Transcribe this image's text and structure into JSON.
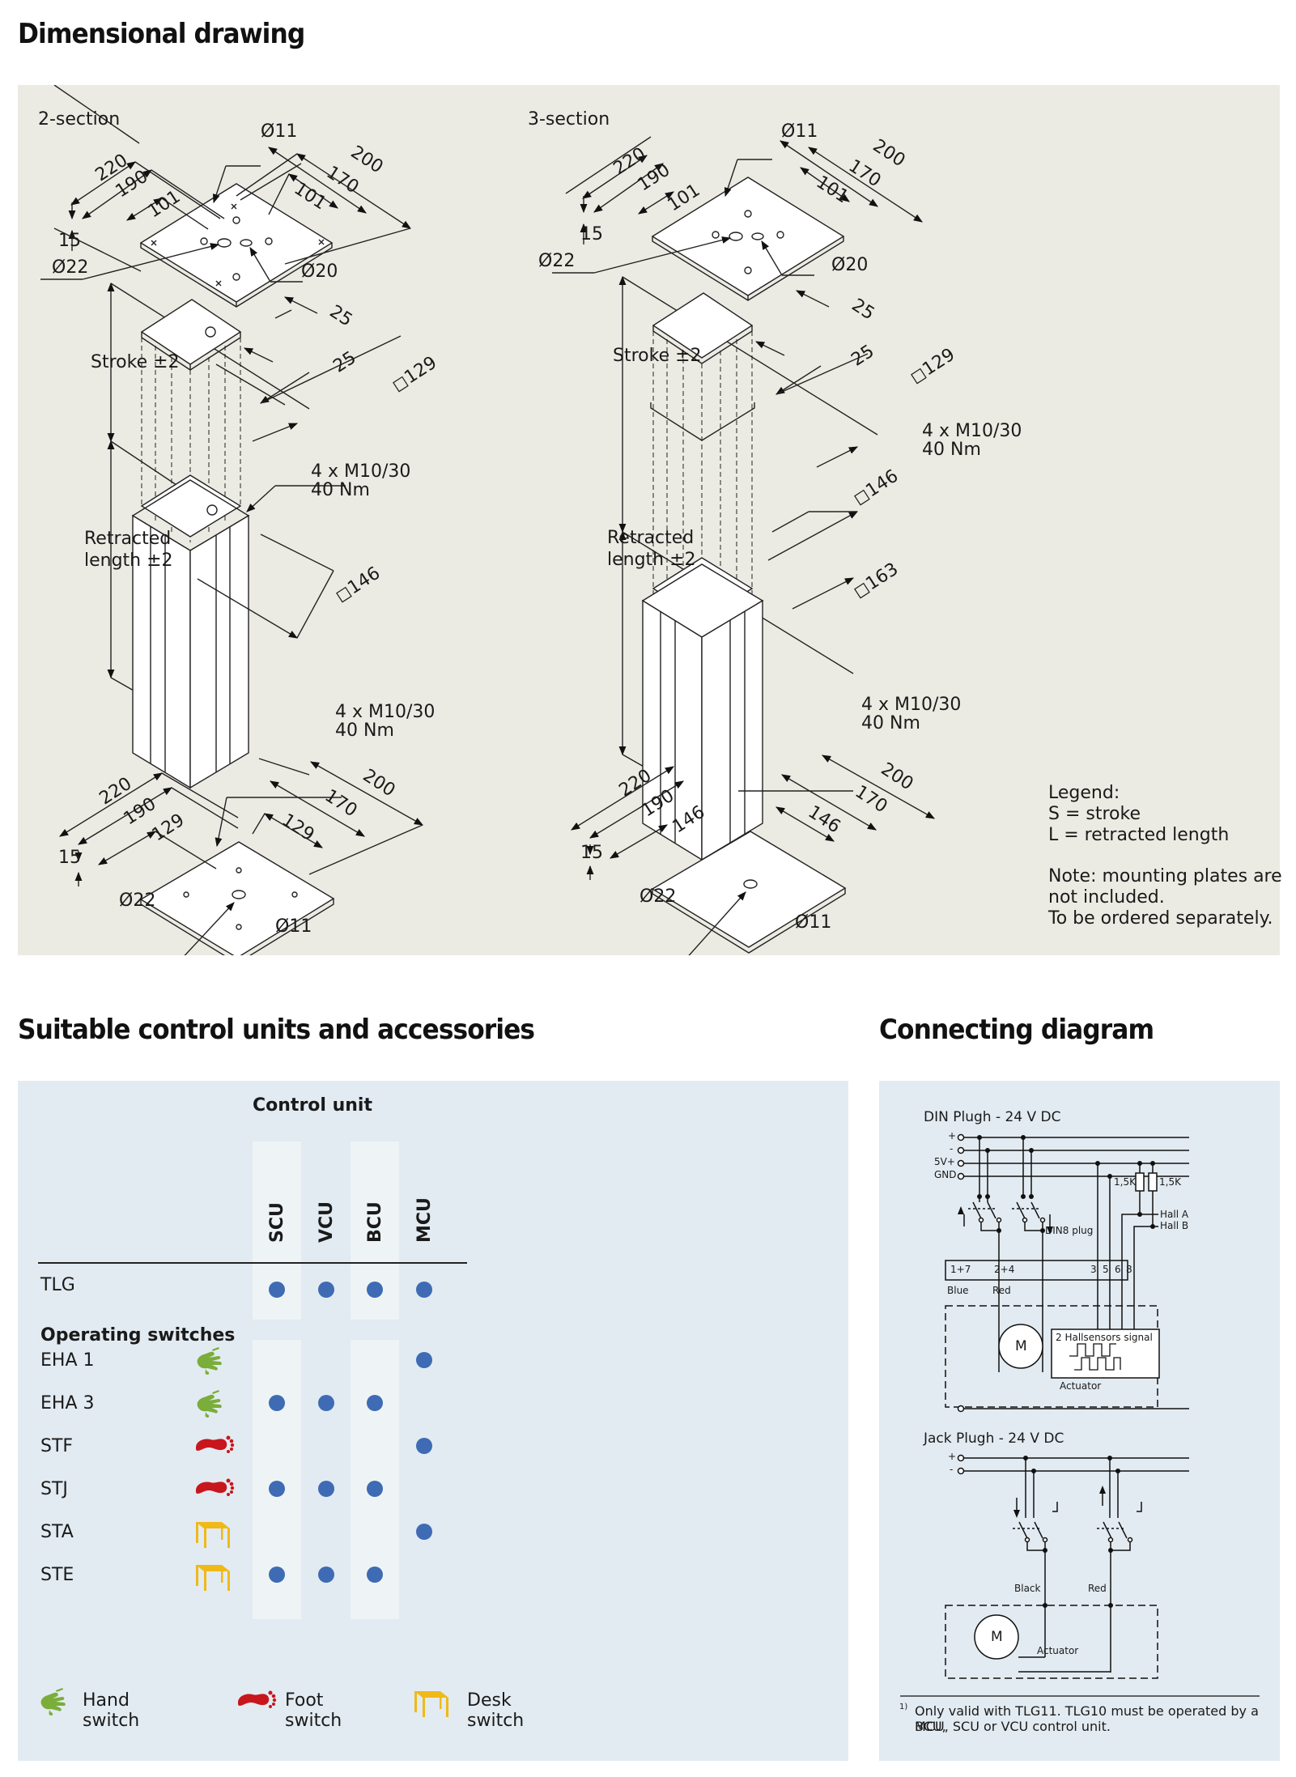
{
  "headings": {
    "dimensional": "Dimensional drawing",
    "suitable": "Suitable control units and accessories",
    "connecting": "Connecting diagram"
  },
  "drawing": {
    "two_section": {
      "title": "2-section",
      "top_plate": {
        "w_outer": "220",
        "w_inner": "190",
        "hole_spacing_a": "101",
        "hole_spacing_b": "101",
        "d_outer": "200",
        "d_inner": "170",
        "thickness": "15",
        "hole_small": "Ø11",
        "hole_large": "Ø22",
        "hole_mid": "Ø20"
      },
      "tube_top": {
        "offset_a": "25",
        "offset_b": "25",
        "square": "◻129"
      },
      "stroke": "Stroke ±2",
      "retracted": [
        "Retracted",
        "length ±2"
      ],
      "bolt_top": [
        "4 x M10/30",
        "40 Nm"
      ],
      "square_body": "◻146",
      "bolt_bottom": [
        "4 x M10/30",
        "40 Nm"
      ],
      "bottom_plate": {
        "w_outer": "220",
        "w_inner": "190",
        "hole_spacing_a": "129",
        "hole_spacing_b": "129",
        "d_outer": "200",
        "d_inner": "170",
        "thickness": "15",
        "hole_large": "Ø22",
        "hole_small": "Ø11"
      }
    },
    "three_section": {
      "title": "3-section",
      "top_plate": {
        "w_outer": "220",
        "w_inner": "190",
        "hole_spacing_a": "101",
        "hole_spacing_b": "101",
        "d_outer": "200",
        "d_inner": "170",
        "thickness": "15",
        "hole_small": "Ø11",
        "hole_large": "Ø22",
        "hole_mid": "Ø20"
      },
      "tube_top": {
        "offset_a": "25",
        "offset_b": "25",
        "square": "◻129"
      },
      "stroke": "Stroke ±2",
      "retracted": [
        "Retracted",
        "length ±2"
      ],
      "bolt_top": [
        "4 x M10/30",
        "40 Nm"
      ],
      "square_mid": "◻146",
      "square_body": "◻163",
      "bolt_bottom": [
        "4 x M10/30",
        "40 Nm"
      ],
      "bottom_plate": {
        "w_outer": "220",
        "w_inner": "190",
        "hole_spacing_a": "146",
        "hole_spacing_b": "146",
        "d_outer": "200",
        "d_inner": "170",
        "thickness": "15",
        "hole_large": "Ø22",
        "hole_small": "Ø11"
      }
    },
    "legend": {
      "title": "Legend:",
      "items": [
        "S = stroke",
        "L = retracted length"
      ],
      "note": [
        "Note: mounting plates are",
        "not included.",
        "To be ordered separately."
      ]
    }
  },
  "compat": {
    "group_header": "Control unit",
    "columns": [
      "SCU",
      "VCU",
      "BCU",
      "MCU"
    ],
    "actuator_row": {
      "name": "TLG",
      "values": [
        true,
        true,
        true,
        true
      ]
    },
    "switches_header": "Operating switches",
    "switch_rows": [
      {
        "name": "EHA 1",
        "icon": "hand-icon",
        "values": [
          false,
          false,
          false,
          true
        ]
      },
      {
        "name": "EHA 3",
        "icon": "hand-icon",
        "values": [
          true,
          true,
          true,
          false
        ]
      },
      {
        "name": "STF",
        "icon": "foot-icon",
        "values": [
          false,
          false,
          false,
          true
        ]
      },
      {
        "name": "STJ",
        "icon": "foot-icon",
        "values": [
          true,
          true,
          true,
          false
        ]
      },
      {
        "name": "STA",
        "icon": "desk-icon",
        "values": [
          false,
          false,
          false,
          true
        ]
      },
      {
        "name": "STE",
        "icon": "desk-icon",
        "values": [
          true,
          true,
          true,
          false
        ]
      }
    ],
    "legend": [
      {
        "icon": "hand-icon",
        "label": "Hand switch"
      },
      {
        "icon": "foot-icon",
        "label": "Foot switch"
      },
      {
        "icon": "desk-icon",
        "label": "Desk switch"
      }
    ],
    "colors": {
      "dot": "#3e6bb4",
      "hand": "#7aad3a",
      "foot": "#c8161d",
      "desk": "#f0b917"
    }
  },
  "connecting": {
    "din": {
      "title": "DIN Plugh - 24 V DC",
      "rails": [
        "+",
        "-",
        "5V+",
        "GND"
      ],
      "resistors": [
        "1,5K",
        "1,5K"
      ],
      "hall": [
        "Hall A",
        "Hall B"
      ],
      "plug_label": "DIN8 plug",
      "pins": [
        "1+7",
        "2+4",
        "3",
        "5",
        "6",
        "8"
      ],
      "wires": [
        "Blue",
        "Red"
      ],
      "motor": "M",
      "hall_box": "2 Hallsensors signal",
      "actuator": "Actuator"
    },
    "jack": {
      "title": "Jack Plugh - 24 V DC",
      "rails": [
        "+",
        "-"
      ],
      "wires": [
        "Black",
        "Red"
      ],
      "motor": "M",
      "actuator": "Actuator"
    },
    "footnote_marker": "1)",
    "footnote": [
      "Only valid with TLG11. TLG10 must be operated by a BCU,",
      "MCU, SCU or VCU control unit."
    ]
  }
}
